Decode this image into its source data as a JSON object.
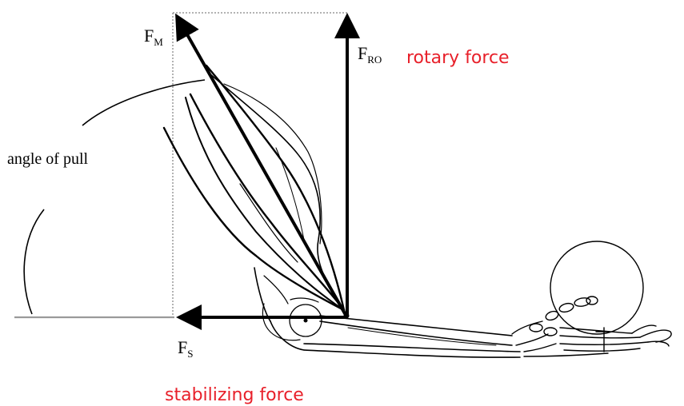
{
  "labels": {
    "force_muscle": {
      "main": "F",
      "sub": "M"
    },
    "force_rotary": {
      "main": "F",
      "sub": "RO"
    },
    "force_stabilizing": {
      "main": "F",
      "sub": "S"
    },
    "rotary_caption": "rotary force",
    "stabilizing_caption": "stabilizing force",
    "angle_caption": "angle of pull"
  },
  "colors": {
    "caption_red": "#e8202a",
    "ink": "#000000",
    "guide_line": "#9a9a9a"
  }
}
